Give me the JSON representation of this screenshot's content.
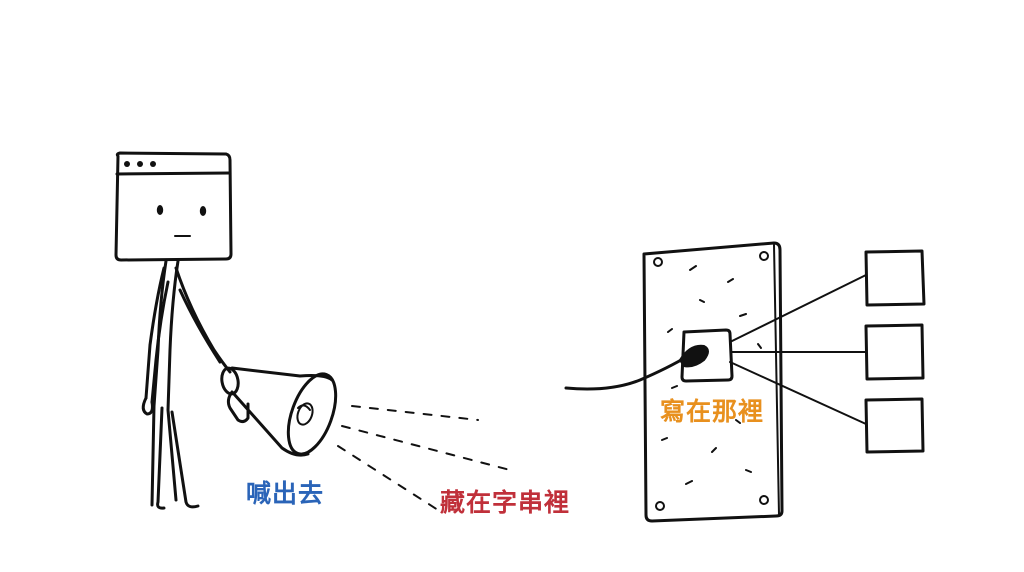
{
  "labels": {
    "shout": "喊出去",
    "hide": "藏在字串裡",
    "write": "寫在那裡"
  },
  "colors": {
    "shout": "#2a64b8",
    "hide": "#c0303a",
    "write": "#e8901e",
    "ink": "#111111"
  },
  "icons": {
    "character": "browser-window-head-stick-figure",
    "megaphone": "megaphone-icon",
    "panel": "wall-panel-icon",
    "boxes": "square-box-icon"
  }
}
